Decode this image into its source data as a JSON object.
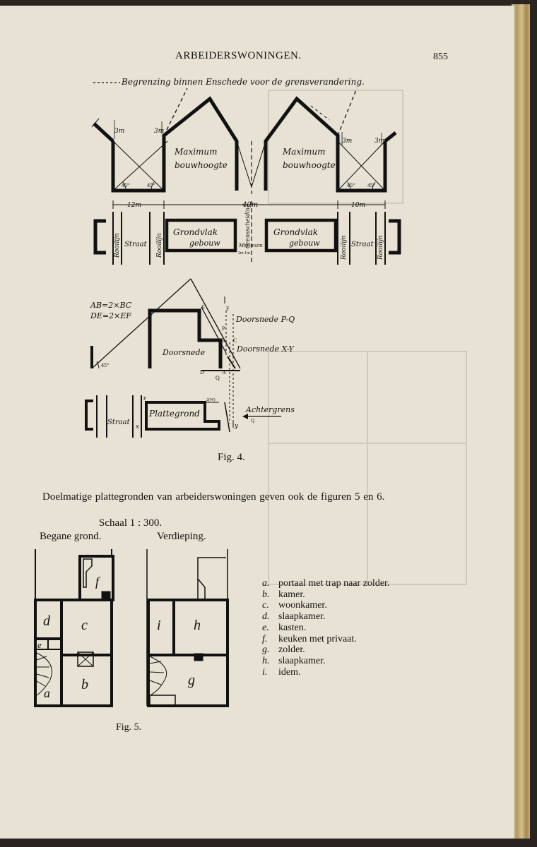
{
  "page": {
    "running_head": "ARBEIDERSWONINGEN.",
    "page_number": "855",
    "fig4": {
      "boundary_note": "Begrenzing binnen Enschede voor de grensverandering.",
      "max_height": [
        "Maximum",
        "bouwhoogte"
      ],
      "dim_3m": "3m",
      "dim_12m": "12m",
      "dim_40m": "40m",
      "dim_10m": "10m",
      "angle_45": "45°",
      "footprint": [
        "Grondvlak",
        "gebouw"
      ],
      "rooilijn": "Rooilijn",
      "straat": "Straat",
      "grensscheiding": "Grensscheiding",
      "minimum": "Minimum",
      "min_dist": "2m  1m",
      "formula_1": "AB=2×BC",
      "formula_2": "DE=2×EF",
      "section_pq": "Doorsnede P-Q",
      "section_xy": "Doorsnede X-Y",
      "section": "Doorsnede",
      "plan": "Plattegrond",
      "back_line": "Achtergrens",
      "letters": {
        "a": "A",
        "b": "B",
        "c": "C",
        "d": "D",
        "e": "E",
        "f": "F",
        "p": "P",
        "q": "Q",
        "x": "x",
        "y": "y",
        "m": "2(W)"
      }
    },
    "fig4_caption": "Fig. 4.",
    "body_text": "Doelmatige plattegronden van arbeiderswoningen geven ook de figuren 5 en 6.",
    "scale": "Schaal 1 : 300.",
    "ground_floor_label": "Begane grond.",
    "upper_floor_label": "Verdieping.",
    "plan_letters": {
      "a": "a",
      "b": "b",
      "c": "c",
      "d": "d",
      "e": "e",
      "f": "f",
      "g": "g",
      "h": "h",
      "i": "i"
    },
    "legend": [
      {
        "key": "a.",
        "text": "portaal met trap naar zolder."
      },
      {
        "key": "b.",
        "text": "kamer."
      },
      {
        "key": "c.",
        "text": "woonkamer."
      },
      {
        "key": "d.",
        "text": "slaapkamer."
      },
      {
        "key": "e.",
        "text": "kasten."
      },
      {
        "key": "f.",
        "text": "keuken met privaat."
      },
      {
        "key": "g.",
        "text": "zolder."
      },
      {
        "key": "h.",
        "text": "slaapkamer."
      },
      {
        "key": "i.",
        "text": "idem."
      }
    ],
    "fig5_caption": "Fig. 5."
  }
}
